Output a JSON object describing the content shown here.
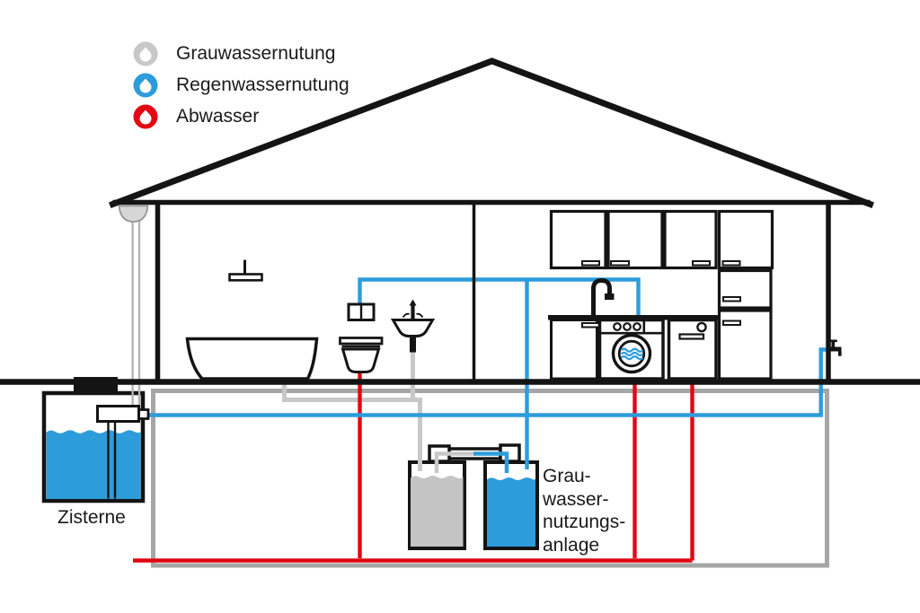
{
  "legend": {
    "items": [
      {
        "id": "graywater",
        "icon": "droplet-icon",
        "label": "Grauwassernutung",
        "color": "#c8c8c8"
      },
      {
        "id": "rainwater",
        "icon": "droplet-icon",
        "label": "Regenwassernutung",
        "color": "#2d9cdb"
      },
      {
        "id": "wastewater",
        "icon": "droplet-icon",
        "label": "Abwasser",
        "color": "#e30613"
      }
    ]
  },
  "labels": {
    "cistern": "Zisterne",
    "greywater_unit": [
      "Grau-",
      "wasser-",
      "nutzungs-",
      "anlage"
    ]
  },
  "colors": {
    "graywater": "#c8c8c8",
    "rainwater": "#2d9cdb",
    "wastewater": "#e30613",
    "frame": "#a6a6a6",
    "downpipe": "#b4b4b4",
    "tankgray": "#c4c4c4",
    "outline": "#141414"
  }
}
